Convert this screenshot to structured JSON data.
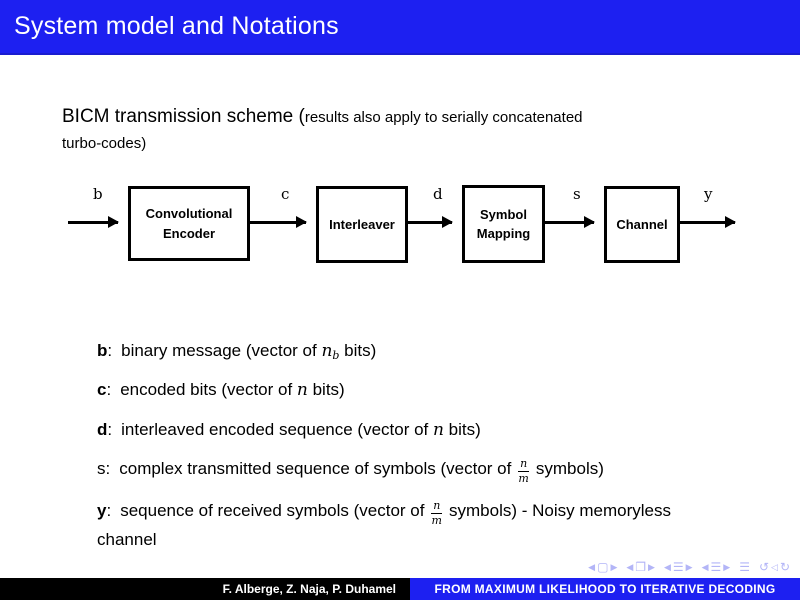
{
  "titlebar": {
    "title": "System model and Notations"
  },
  "colors": {
    "accent_blue": "#1d20f1",
    "footer_black": "#000000",
    "nav_symbols": "#b3b5f7",
    "text": "#000000",
    "background": "#ffffff"
  },
  "intro": {
    "main": "BICM transmission scheme (",
    "small_1": "results also apply to serially concatenated",
    "small_2": "turbo-codes)"
  },
  "diagram": {
    "blocks": [
      {
        "line1": "Convolutional",
        "line2": "Encoder"
      },
      {
        "line1": "Interleaver",
        "line2": ""
      },
      {
        "line1": "Symbol",
        "line2": "Mapping"
      },
      {
        "line1": "Channel",
        "line2": ""
      }
    ],
    "signals": [
      "b",
      "c",
      "d",
      "s",
      "y"
    ]
  },
  "ui": {
    "colon": ":"
  },
  "definitions": [
    {
      "symbol": "b",
      "pre": "binary message (vector of ",
      "var": "n",
      "sub": "b",
      "post": " bits)"
    },
    {
      "symbol": "c",
      "pre": "encoded bits (vector of ",
      "var": "n",
      "post": " bits)"
    },
    {
      "symbol": "d",
      "pre": "interleaved encoded sequence (vector of ",
      "var": "n",
      "post": " bits)"
    },
    {
      "symbol": "s",
      "pre": "complex transmitted sequence of symbols (vector of ",
      "frac_num": "n",
      "frac_den": "m",
      "post": " symbols)"
    },
    {
      "symbol": "y",
      "pre": "sequence of received symbols (vector of ",
      "frac_num": "n",
      "frac_den": "m",
      "post": " symbols) - Noisy memoryless channel"
    }
  ],
  "nav": {
    "prev": "◀",
    "next": "▶",
    "slide": "▢",
    "frame": "❐",
    "subsection": "☰",
    "section": "☰",
    "appendix": "☰",
    "back": "↺",
    "find": "◁",
    "forward": "↻"
  },
  "footer": {
    "authors": "F. Alberge, Z. Naja, P. Duhamel",
    "short_title": "FROM MAXIMUM LIKELIHOOD TO ITERATIVE DECODING"
  }
}
